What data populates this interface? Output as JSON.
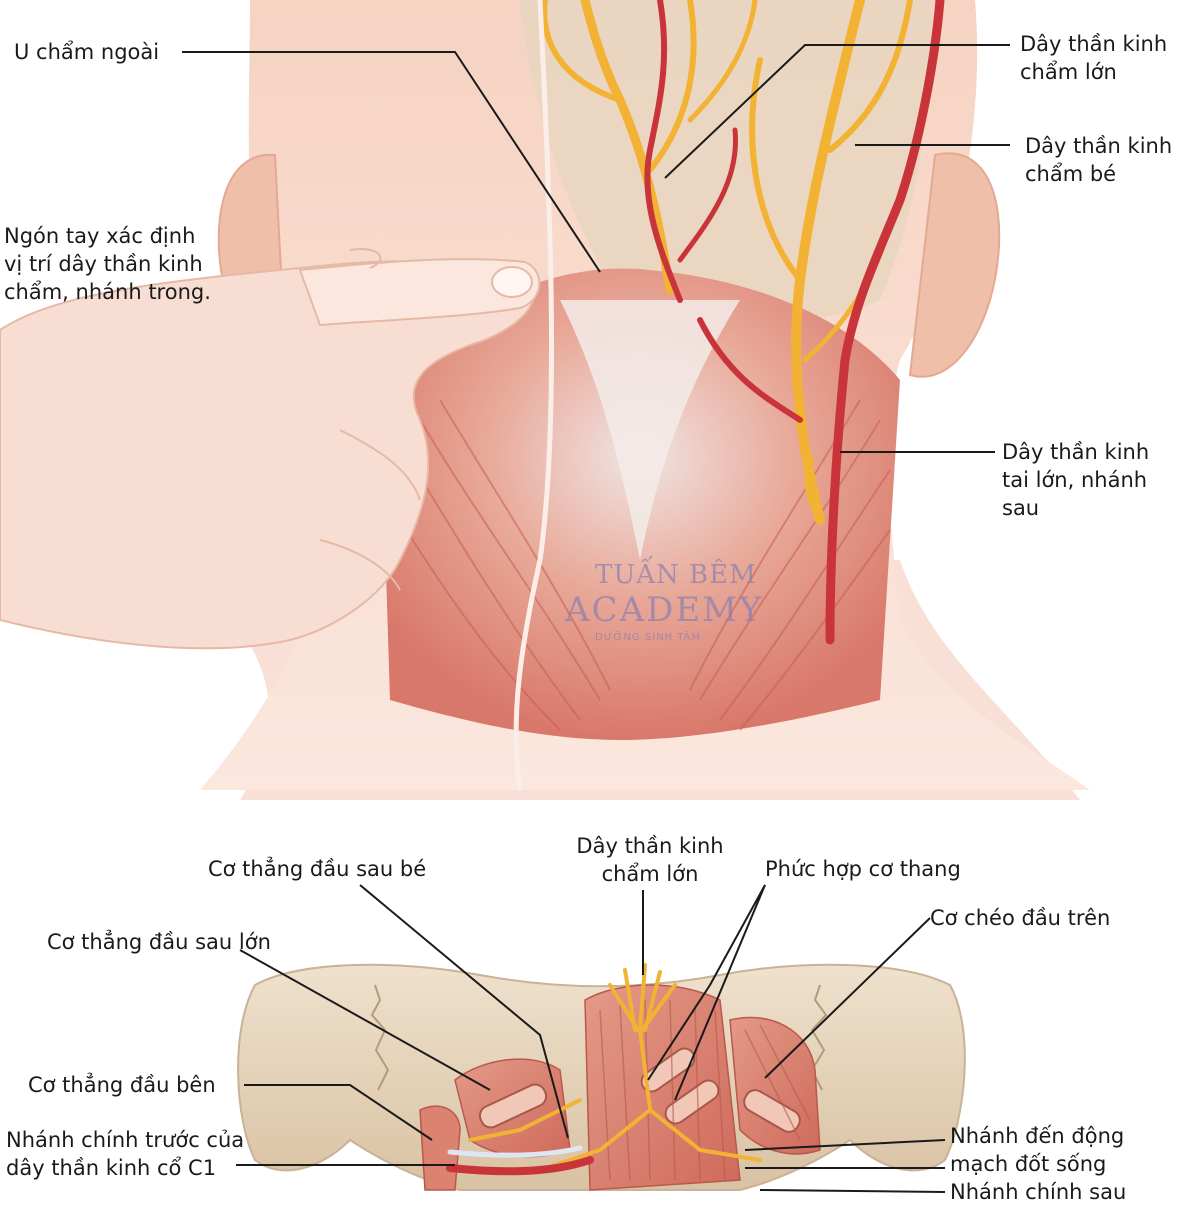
{
  "labels": {
    "u_cham_ngoai": [
      "U chẩm ngoài"
    ],
    "tk_cham_lon_top": [
      "Dây thần kinh",
      "chẩm lớn"
    ],
    "tk_cham_be": [
      "Dây thần kinh",
      "chẩm bé"
    ],
    "ngon_tay": [
      "Ngón tay xác định",
      "vị trí dây thần kinh",
      "chẩm, nhánh trong."
    ],
    "tk_tai_lon": [
      "Dây thần kinh",
      "tai lớn, nhánh",
      "sau"
    ],
    "tk_cham_lon_bottom": [
      "Dây thần kinh",
      "chẩm lớn"
    ],
    "co_thang_dau_sau_be": [
      "Cơ thẳng đầu sau bé"
    ],
    "phuc_hop_co_thang": [
      "Phức hợp cơ thang"
    ],
    "co_cheo_dau_tren": [
      "Cơ chéo đầu trên"
    ],
    "co_thang_dau_sau_lon": [
      "Cơ thẳng đầu sau lớn"
    ],
    "co_thang_dau_ben": [
      "Cơ thẳng đầu bên"
    ],
    "nhanh_chinh_truoc": [
      "Nhánh chính trước của",
      "dây thần kinh cổ C1"
    ],
    "nhanh_den_dong_mach": [
      "Nhánh đến động",
      "mạch đốt sống"
    ],
    "nhanh_chinh_sau": [
      "Nhánh chính sau"
    ]
  },
  "watermark": {
    "line1": "TUẤN BÊM",
    "line2": "ACADEMY",
    "line3": "DƯỠNG SINH TÂM"
  },
  "colors": {
    "skin": "#f3c9b6",
    "muscle": "#d9715f",
    "nerve": "#f4b43a",
    "artery": "#c9343a",
    "bone": "#e6d3b9",
    "leader": "#1a1a1a"
  }
}
